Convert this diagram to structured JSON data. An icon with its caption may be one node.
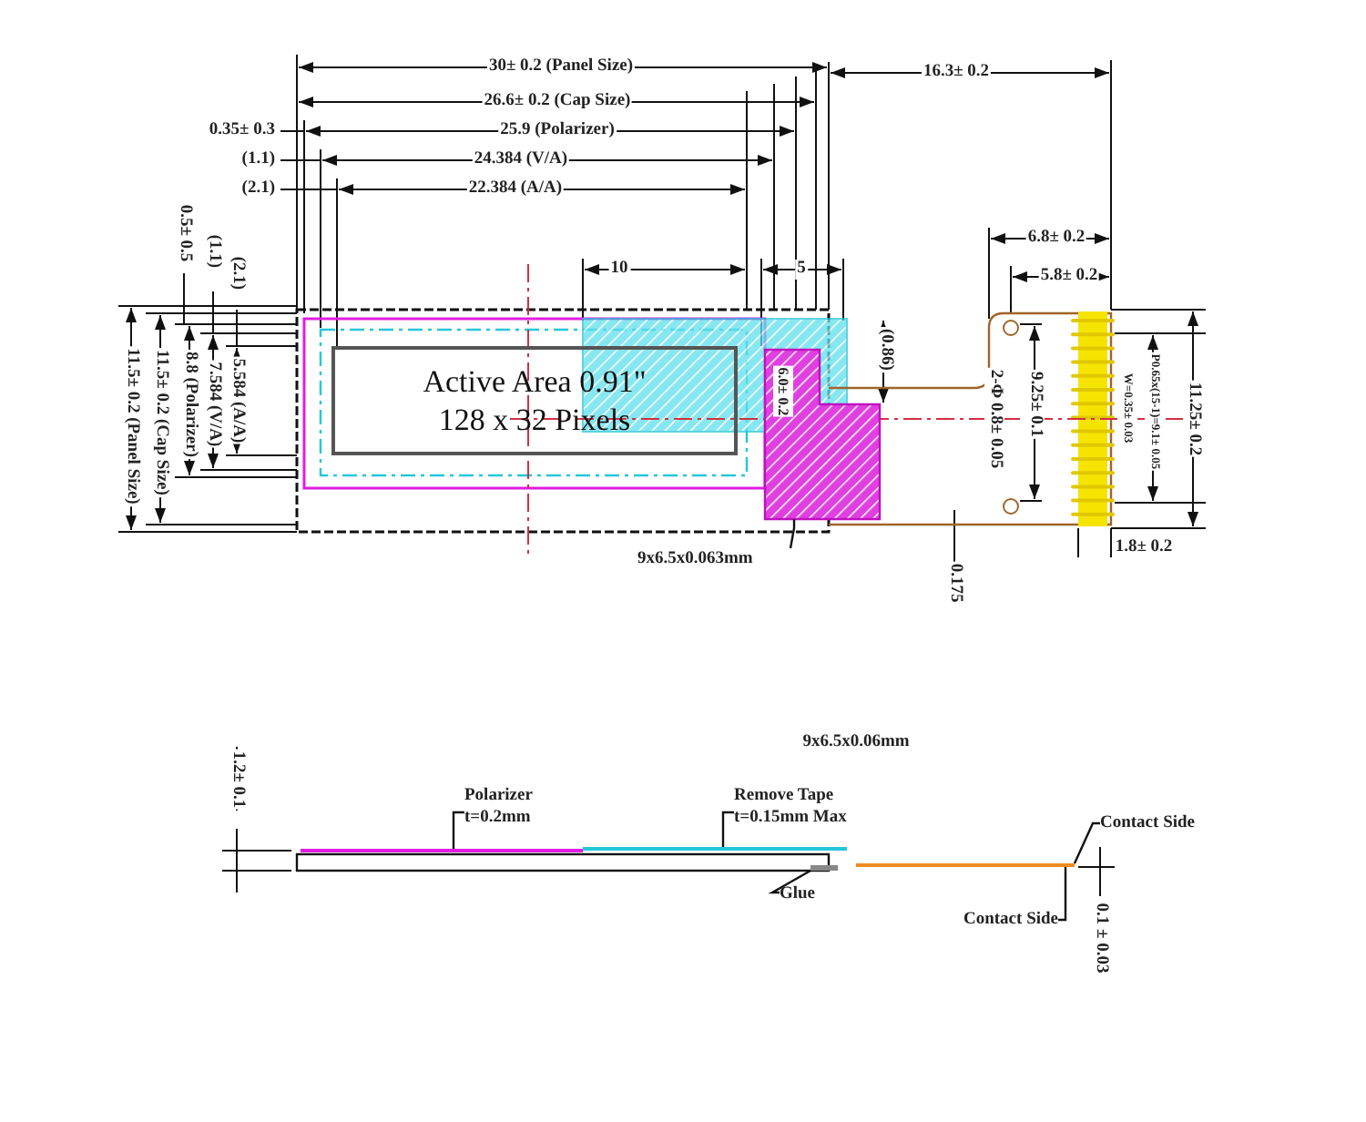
{
  "diagram": {
    "nodes": [
      {
        "text": [
          "Active Area 0.91\"",
          "128 x 32 Pixels"
        ]
      },
      {
        "text": [
          "9x6.5x0.063mm"
        ]
      },
      {
        "text": [
          "Polarizer t=0.2mm"
        ]
      },
      {
        "text": [
          "Remove Tape t=0.15mm Max"
        ]
      },
      {
        "text": [
          "Glue"
        ]
      },
      {
        "text": [
          "Contact Side"
        ]
      },
      {
        "text": [
          "Contact Side"
        ]
      },
      {
        "text": [],
        "shape": "bar"
      },
      {
        "text": [],
        "shape": "bar"
      },
      {
        "text": [],
        "shape": "bar"
      },
      {
        "text": [],
        "shape": "bar"
      },
      {
        "text": [],
        "shape": "box"
      }
    ],
    "edges": [
      {
        "from": 1,
        "to": 11,
        "arrow": "none"
      },
      {
        "from": 2,
        "to": 7,
        "arrow": "none"
      },
      {
        "from": 3,
        "to": 8,
        "arrow": "none"
      },
      {
        "from": 4,
        "to": 9,
        "arrow": "none"
      },
      {
        "from": 5,
        "to": 10,
        "arrow": "none"
      },
      {
        "from": 6,
        "to": 10,
        "arrow": "none"
      }
    ],
    "labels": [
      "30± 0.2 (Panel Size)",
      "16.3± 0.2",
      "26.6± 0.2 (Cap Size)",
      "0.35± 0.3",
      "25.9 (Polarizer)",
      "(1.1)",
      "24.384 (V/A)",
      "(2.1)",
      "22.384 (A/A)",
      "10",
      "5",
      "6.8± 0.2",
      "5.8± 0.2",
      "0.5± 0.5",
      "(1.1)",
      "(2.1)",
      "5.584 (A/A)",
      "7.584 (V/A)",
      "8.8 (Polarizer)",
      "11.5± 0.2 (Cap Size)",
      "11.5± 0.2 (Panel Size)",
      "6.0± 0.2",
      "(0.86)",
      "2-Φ 0.8± 0.05",
      "9.25± 0.1",
      "P0.65x(15-1)=9.1± 0.05",
      "W=0.35± 0.03",
      "11.25± 0.2",
      "1.8± 0.2",
      "0.175",
      "9x6.5x0.06mm",
      "1.2± 0.1",
      "0.1 ± 0.03"
    ]
  }
}
